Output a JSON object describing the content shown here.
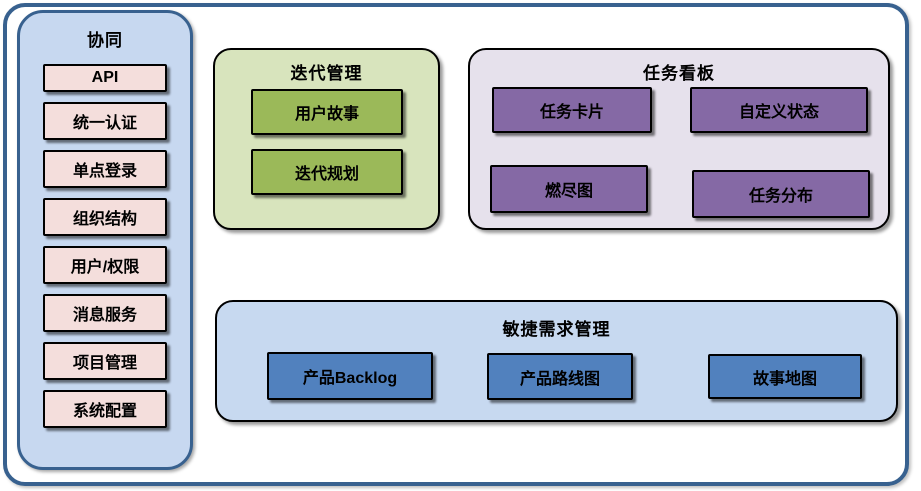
{
  "sidebar": {
    "title": "协同",
    "items": [
      "API",
      "统一认证",
      "单点登录",
      "组织结构",
      "用户/权限",
      "消息服务",
      "项目管理",
      "系统配置"
    ]
  },
  "iteration_group": {
    "title": "迭代管理",
    "items": [
      "用户故事",
      "迭代规划"
    ]
  },
  "kanban_group": {
    "title": "任务看板",
    "items": [
      "任务卡片",
      "自定义状态",
      "燃尽图",
      "任务分布"
    ]
  },
  "agile_group": {
    "title": "敏捷需求管理",
    "items": [
      "产品Backlog",
      "产品路线图",
      "故事地图"
    ]
  },
  "colors": {
    "frame_border": "#38618F",
    "sidebar_fill": "#C7D8F0",
    "sidebar_item_fill": "#F4DEDC",
    "iteration_fill": "#D8E4BD",
    "iteration_item_fill": "#9BB959",
    "kanban_fill": "#E6E1EC",
    "kanban_item_fill": "#8569A5",
    "agile_fill": "#C7D9F0",
    "agile_item_fill": "#5181BE",
    "item_border": "#000000",
    "text": "#000000"
  }
}
